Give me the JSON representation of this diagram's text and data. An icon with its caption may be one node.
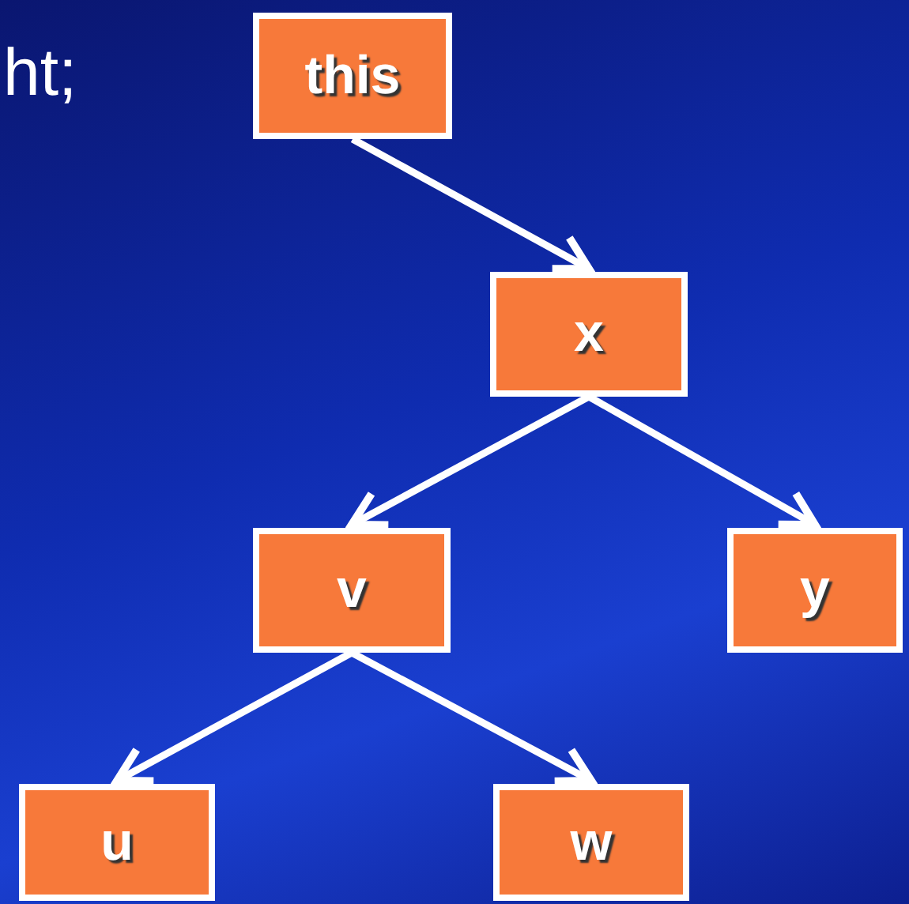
{
  "diagram": {
    "nodes": [
      {
        "text": [
          "this"
        ]
      },
      {
        "text": [
          "x"
        ]
      },
      {
        "text": [
          "v"
        ]
      },
      {
        "text": [
          "y"
        ]
      },
      {
        "text": [
          "u"
        ]
      },
      {
        "text": [
          "w"
        ]
      }
    ],
    "edges": [
      {
        "from": 0,
        "to": 1,
        "arrow": "to"
      },
      {
        "from": 1,
        "to": 2,
        "arrow": "to"
      },
      {
        "from": 1,
        "to": 3,
        "arrow": "to"
      },
      {
        "from": 2,
        "to": 4,
        "arrow": "to"
      },
      {
        "from": 2,
        "to": 5,
        "arrow": "to"
      }
    ],
    "labels": [
      "ht;"
    ]
  }
}
